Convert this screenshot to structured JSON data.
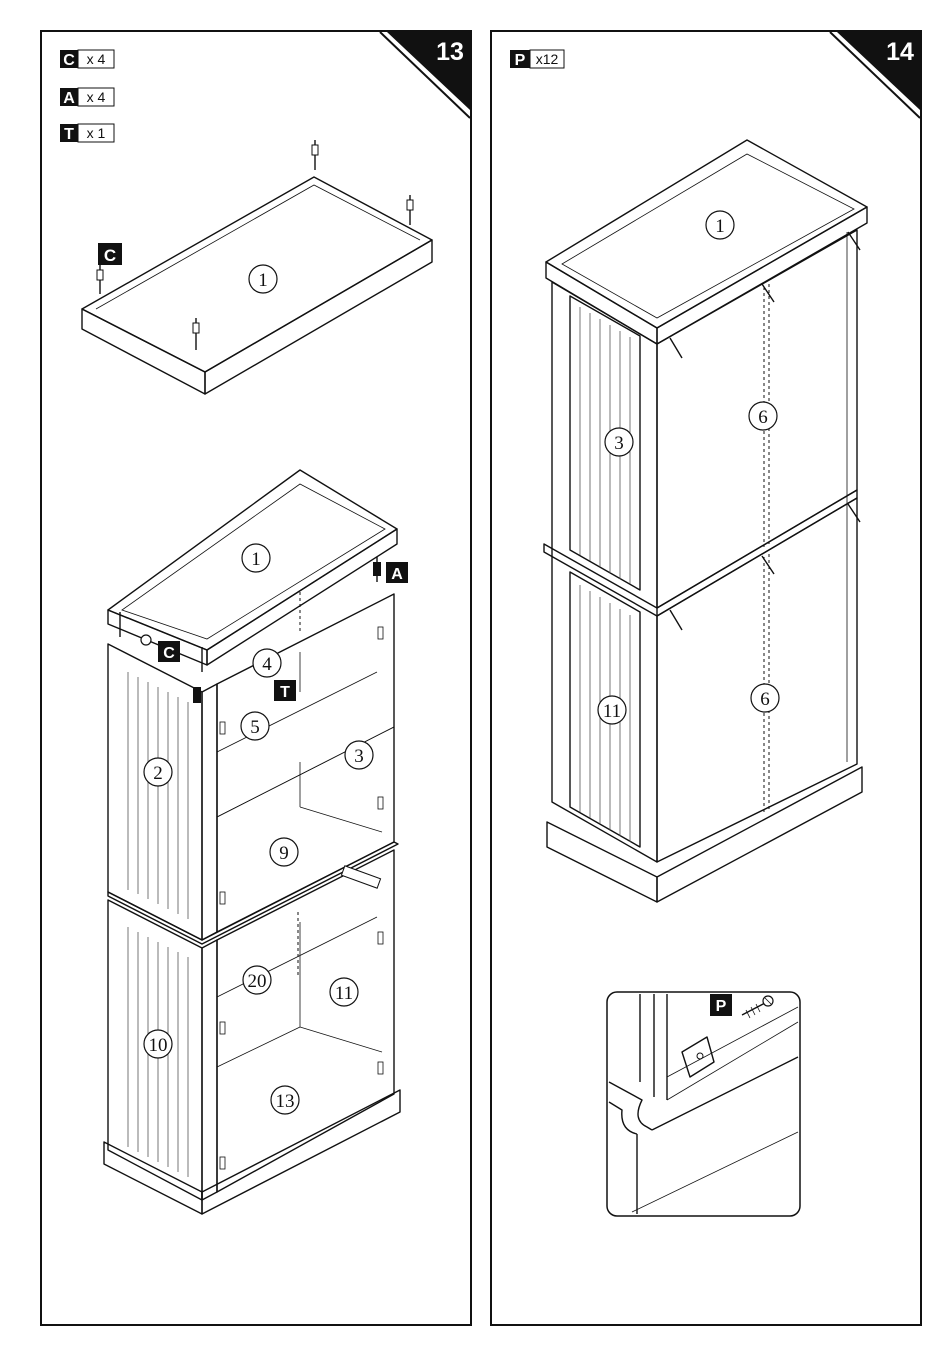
{
  "steps": [
    {
      "step_number": "13",
      "parts": [
        {
          "code": "C",
          "qty": "x 4"
        },
        {
          "code": "A",
          "qty": "x 4"
        },
        {
          "code": "T",
          "qty": "x 1"
        }
      ],
      "callouts": {
        "top_detail": {
          "code": "C",
          "num_1": "1"
        },
        "cabinet": {
          "code_a": "A",
          "code_c": "C",
          "code_t": "T",
          "n1": "1",
          "n2": "2",
          "n3": "3",
          "n4": "4",
          "n5": "5",
          "n9": "9",
          "n10": "10",
          "n11": "11",
          "n13": "13",
          "n20": "20"
        }
      }
    },
    {
      "step_number": "14",
      "parts": [
        {
          "code": "P",
          "qty": "x12"
        }
      ],
      "callouts": {
        "cabinet": {
          "n1": "1",
          "n3": "3",
          "n6a": "6",
          "n11": "11",
          "n6b": "6"
        },
        "inset": {
          "code": "P"
        }
      }
    }
  ]
}
